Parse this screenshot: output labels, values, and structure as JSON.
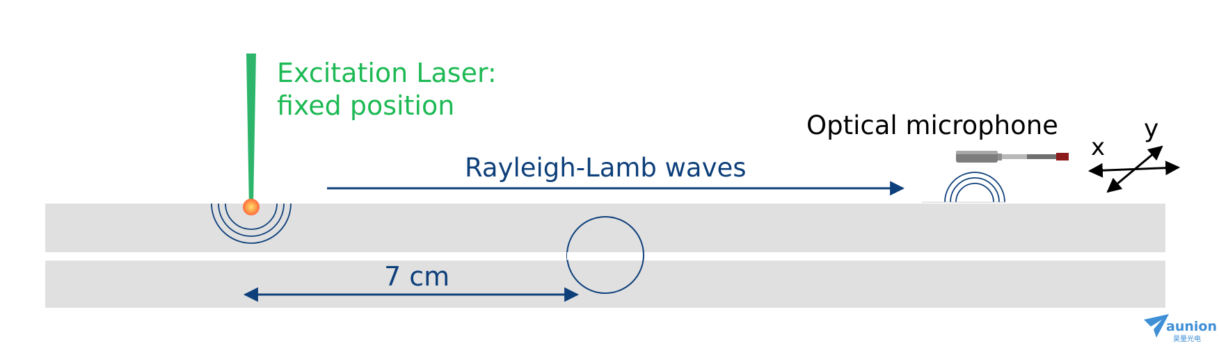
{
  "labels": {
    "excitation_line1": "Excitation Laser:",
    "excitation_line2": "fixed position",
    "waves": "Rayleigh-Lamb waves",
    "microphone": "Optical microphone",
    "axis_x": "x",
    "axis_y": "y",
    "distance": "7 cm",
    "logo_text": "aunion",
    "logo_subtext": "昊量光电"
  },
  "colors": {
    "laser_green": "#2db56b",
    "laser_text": "#1db954",
    "wave_blue": "#0d3f7a",
    "plate_gray": "#e0e0e0",
    "logo_blue": "#3e8fd6"
  }
}
